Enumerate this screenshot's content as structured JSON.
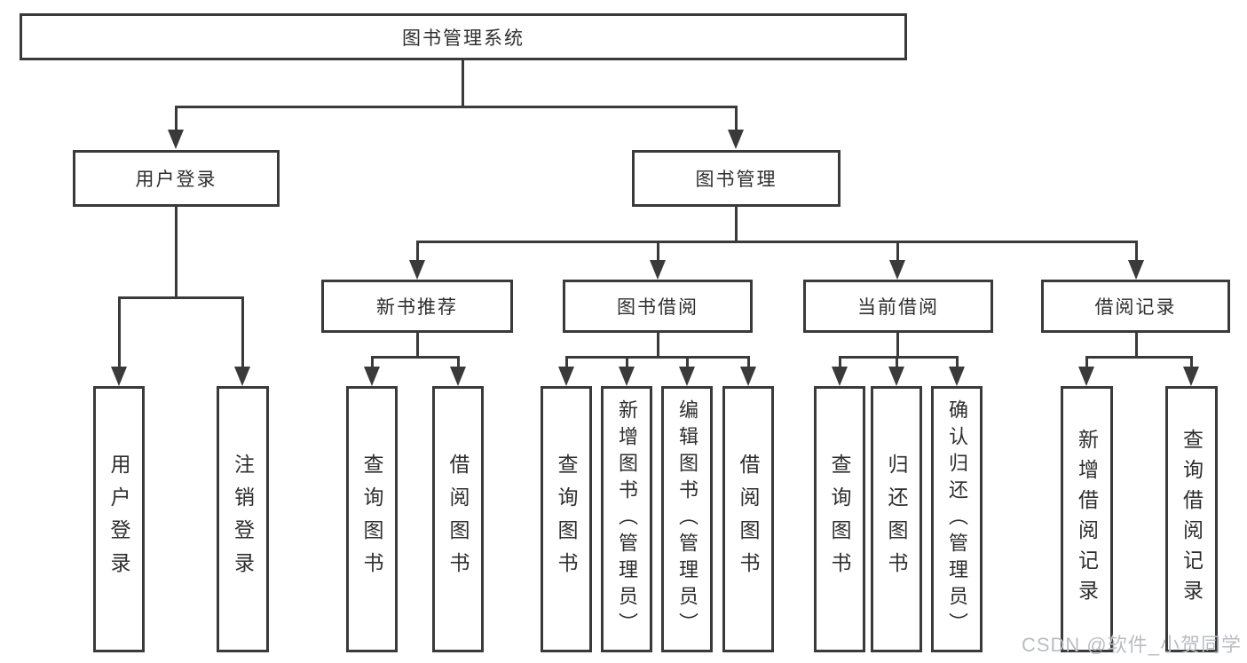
{
  "colors": {
    "line": "#3a3a3a",
    "text": "#2e2e2e",
    "bg": "#ffffff",
    "watermark": "#b9bdc4"
  },
  "tree": {
    "label": "图书管理系统",
    "children": [
      {
        "label": "用户登录",
        "children": [
          {
            "label": "用户登录"
          },
          {
            "label": "注销登录"
          }
        ]
      },
      {
        "label": "图书管理",
        "children": [
          {
            "label": "新书推荐",
            "children": [
              {
                "label": "查询图书"
              },
              {
                "label": "借阅图书"
              }
            ]
          },
          {
            "label": "图书借阅",
            "children": [
              {
                "label": "查询图书"
              },
              {
                "label": "新增图书（管理员）"
              },
              {
                "label": "编辑图书（管理员）"
              },
              {
                "label": "借阅图书"
              }
            ]
          },
          {
            "label": "当前借阅",
            "children": [
              {
                "label": "查询图书"
              },
              {
                "label": "归还图书"
              },
              {
                "label": "确认归还（管理员）"
              }
            ]
          },
          {
            "label": "借阅记录",
            "children": [
              {
                "label": "新增借阅记录"
              },
              {
                "label": "查询借阅记录"
              }
            ]
          }
        ]
      }
    ]
  },
  "watermark": {
    "text": "CSDN @软件_小贺同学"
  }
}
